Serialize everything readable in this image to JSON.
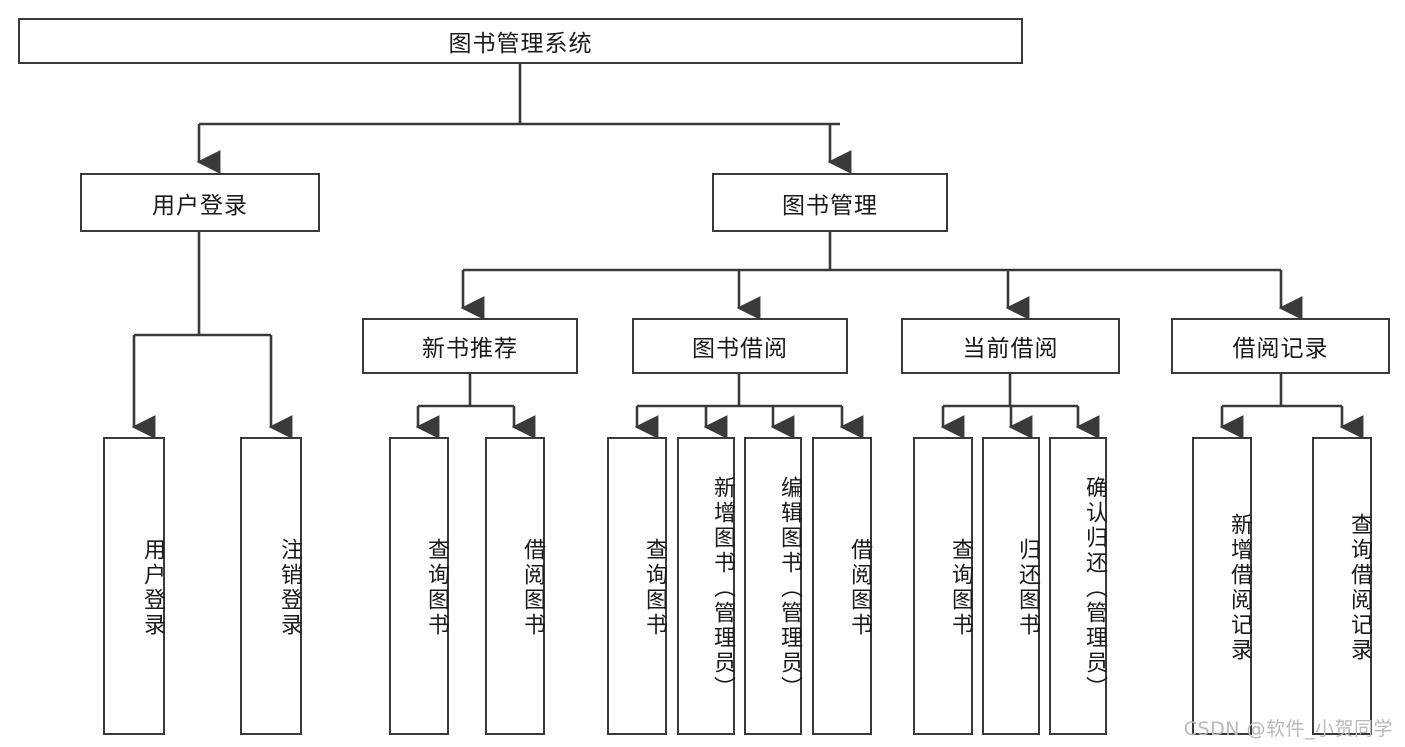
{
  "diagram": {
    "title": "图书管理系统",
    "watermark": "CSDN @软件_小贺同学",
    "colors": {
      "border": "#3a3a3a",
      "background": "#ffffff",
      "text": "#1a1a1a",
      "line": "#3a3a3a",
      "watermark": "#b9b9b9"
    },
    "root": {
      "label": "图书管理系统"
    },
    "level2": [
      {
        "label": "用户登录"
      },
      {
        "label": "图书管理"
      }
    ],
    "level3": [
      {
        "label": "新书推荐"
      },
      {
        "label": "图书借阅"
      },
      {
        "label": "当前借阅"
      },
      {
        "label": "借阅记录"
      }
    ],
    "leaves": {
      "user_login": [
        {
          "label": "用户登录"
        },
        {
          "label": "注销登录"
        }
      ],
      "new_book_recommend": [
        {
          "label": "查询图书"
        },
        {
          "label": "借阅图书"
        }
      ],
      "book_borrow": [
        {
          "label": "查询图书"
        },
        {
          "label": "新增图书（管理员）"
        },
        {
          "label": "编辑图书（管理员）"
        },
        {
          "label": "借阅图书"
        }
      ],
      "current_borrow": [
        {
          "label": "查询图书"
        },
        {
          "label": "归还图书"
        },
        {
          "label": "确认归还（管理员）"
        }
      ],
      "borrow_record": [
        {
          "label": "新增借阅记录"
        },
        {
          "label": "查询借阅记录"
        }
      ]
    }
  }
}
